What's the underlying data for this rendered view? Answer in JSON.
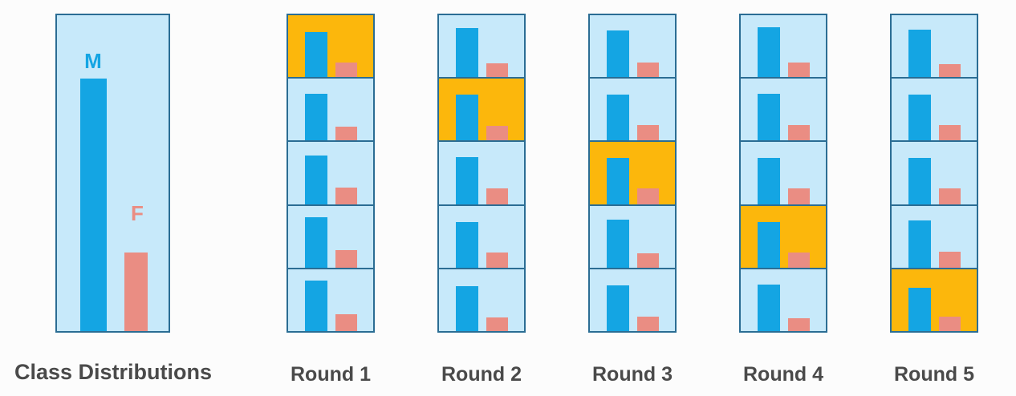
{
  "colors": {
    "page_bg": "#fcfcfc",
    "panel_bg": "#c7e9fa",
    "male_bar": "#14a5e3",
    "female_bar": "#ea8d83",
    "highlight": "#fcb70c",
    "border": "#2b6d94",
    "label_text": "#4a4a4a"
  },
  "class_distribution": {
    "caption": "Class Distributions",
    "classes": [
      {
        "label": "M",
        "height_frac": 0.8
      },
      {
        "label": "F",
        "height_frac": 0.25
      }
    ]
  },
  "rounds": [
    {
      "label": "Round 1",
      "highlight_index": 0,
      "cells": [
        {
          "m": 0.73,
          "f": 0.23
        },
        {
          "m": 0.76,
          "f": 0.23
        },
        {
          "m": 0.79,
          "f": 0.27
        },
        {
          "m": 0.81,
          "f": 0.28
        },
        {
          "m": 0.81,
          "f": 0.27
        }
      ]
    },
    {
      "label": "Round 2",
      "highlight_index": 1,
      "cells": [
        {
          "m": 0.79,
          "f": 0.22
        },
        {
          "m": 0.75,
          "f": 0.24
        },
        {
          "m": 0.76,
          "f": 0.26
        },
        {
          "m": 0.74,
          "f": 0.24
        },
        {
          "m": 0.72,
          "f": 0.22
        }
      ]
    },
    {
      "label": "Round 3",
      "highlight_index": 2,
      "cells": [
        {
          "m": 0.76,
          "f": 0.24
        },
        {
          "m": 0.75,
          "f": 0.25
        },
        {
          "m": 0.74,
          "f": 0.25
        },
        {
          "m": 0.77,
          "f": 0.23
        },
        {
          "m": 0.74,
          "f": 0.24
        }
      ]
    },
    {
      "label": "Round 4",
      "highlight_index": 3,
      "cells": [
        {
          "m": 0.8,
          "f": 0.23
        },
        {
          "m": 0.76,
          "f": 0.25
        },
        {
          "m": 0.74,
          "f": 0.25
        },
        {
          "m": 0.73,
          "f": 0.24
        },
        {
          "m": 0.75,
          "f": 0.21
        }
      ]
    },
    {
      "label": "Round 5",
      "highlight_index": 4,
      "cells": [
        {
          "m": 0.77,
          "f": 0.21
        },
        {
          "m": 0.75,
          "f": 0.25
        },
        {
          "m": 0.74,
          "f": 0.26
        },
        {
          "m": 0.76,
          "f": 0.26
        },
        {
          "m": 0.7,
          "f": 0.24
        }
      ]
    }
  ]
}
